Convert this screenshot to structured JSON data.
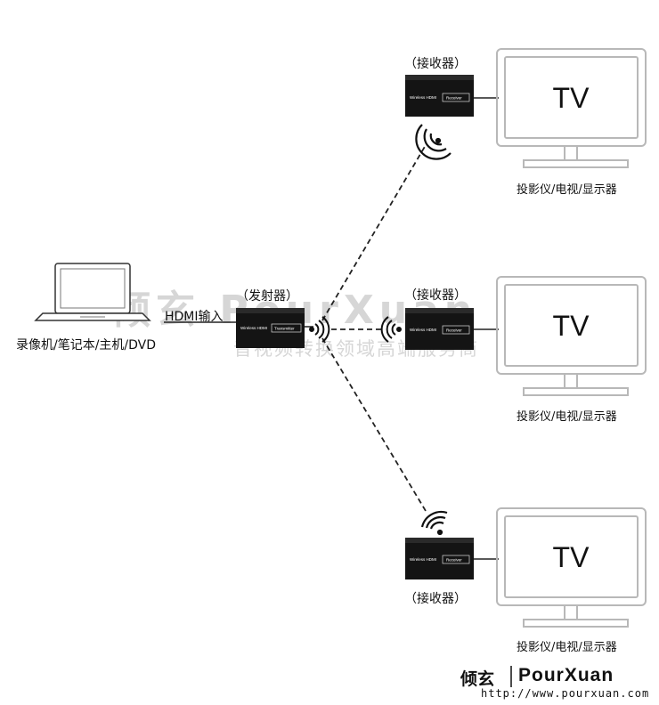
{
  "source": {
    "label": "录像机/笔记本/主机/DVD",
    "cable_label": "HDMI输入"
  },
  "transmitter": {
    "label": "（发射器）",
    "device_text": "Wireless HDMI",
    "badge": "Transmitter"
  },
  "receivers": [
    {
      "label": "（接收器）",
      "device_text": "Wireless HDMI",
      "badge": "Receiver",
      "display_label": "投影仪/电视/显示器",
      "tv_text": "TV"
    },
    {
      "label": "（接收器）",
      "device_text": "Wireless HDMI",
      "badge": "Receiver",
      "display_label": "投影仪/电视/显示器",
      "tv_text": "TV"
    },
    {
      "label": "（接收器）",
      "device_text": "Wireless HDMI",
      "badge": "Receiver",
      "display_label": "投影仪/电视/显示器",
      "tv_text": "TV"
    }
  ],
  "watermark": {
    "main": "倾玄 PourXuan",
    "sub": "音视频转换领域高端服务商"
  },
  "logo": {
    "cn": "倾玄",
    "en": "PourXuan",
    "url": "http://www.pourxuan.com"
  },
  "colors": {
    "device": "#141414",
    "line": "#222222",
    "tv_stroke": "#b8b8b8",
    "watermark": "#d6d6d6"
  }
}
